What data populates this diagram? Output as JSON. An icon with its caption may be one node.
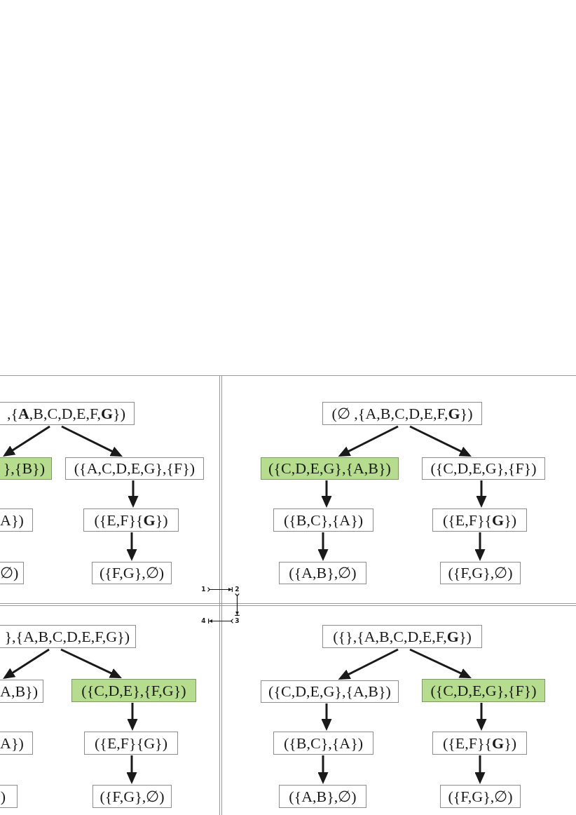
{
  "diagram": {
    "nodes": [
      {
        "text": [
          ",{**A**,B,C,D,E,F,**G**})"
        ]
      },
      {
        "text": [
          "},{B})"
        ]
      },
      {
        "text": [
          "({A,C,D,E,G},{F})"
        ]
      },
      {
        "text": [
          "A})"
        ]
      },
      {
        "text": [
          "({E,F}{**G**})"
        ]
      },
      {
        "text": [
          "∅)"
        ]
      },
      {
        "text": [
          "({F,G},∅)"
        ]
      },
      {
        "text": [
          "(∅ ,{A,B,C,D,E,F,**G**})"
        ]
      },
      {
        "text": [
          "({C,D,E,G},{A,B})"
        ]
      },
      {
        "text": [
          "({C,D,E,G},{F})"
        ]
      },
      {
        "text": [
          "({B,C},{A})"
        ]
      },
      {
        "text": [
          "({E,F}{**G**})"
        ]
      },
      {
        "text": [
          "({A,B},∅)"
        ]
      },
      {
        "text": [
          "({F,G},∅)"
        ]
      },
      {
        "text": [
          "},{A,B,C,D,E,F,G})"
        ]
      },
      {
        "text": [
          "A,B})"
        ]
      },
      {
        "text": [
          "({C,D,E},{F,G})"
        ]
      },
      {
        "text": [
          "A})"
        ]
      },
      {
        "text": [
          "({E,F}{G})"
        ]
      },
      {
        "text": [
          ")"
        ]
      },
      {
        "text": [
          "({F,G},∅)"
        ]
      },
      {
        "text": [
          "({},{A,B,C,D,E,F,**G**})"
        ]
      },
      {
        "text": [
          "({C,D,E,G},{A,B})"
        ]
      },
      {
        "text": [
          "({C,D,E,G},{F})"
        ]
      },
      {
        "text": [
          "({B,C},{A})"
        ]
      },
      {
        "text": [
          "({E,F}{**G**})"
        ]
      },
      {
        "text": [
          "({A,B},∅)"
        ]
      },
      {
        "text": [
          "({F,G},∅)"
        ]
      },
      {
        "text": [
          "1"
        ]
      },
      {
        "text": [
          "2"
        ]
      },
      {
        "text": [
          "3"
        ]
      },
      {
        "text": [
          "4"
        ]
      }
    ],
    "edges": [
      {
        "from": 0,
        "to": 1,
        "arrow": "to"
      },
      {
        "from": 0,
        "to": 2,
        "arrow": "to"
      },
      {
        "from": 2,
        "to": 4,
        "arrow": "to"
      },
      {
        "from": 4,
        "to": 6,
        "arrow": "to"
      },
      {
        "from": 7,
        "to": 8,
        "arrow": "to"
      },
      {
        "from": 7,
        "to": 9,
        "arrow": "to"
      },
      {
        "from": 8,
        "to": 10,
        "arrow": "to"
      },
      {
        "from": 9,
        "to": 11,
        "arrow": "to"
      },
      {
        "from": 10,
        "to": 12,
        "arrow": "to"
      },
      {
        "from": 11,
        "to": 13,
        "arrow": "to"
      },
      {
        "from": 14,
        "to": 15,
        "arrow": "to"
      },
      {
        "from": 14,
        "to": 16,
        "arrow": "to"
      },
      {
        "from": 16,
        "to": 18,
        "arrow": "to"
      },
      {
        "from": 18,
        "to": 20,
        "arrow": "to"
      },
      {
        "from": 21,
        "to": 22,
        "arrow": "to"
      },
      {
        "from": 21,
        "to": 23,
        "arrow": "to"
      },
      {
        "from": 22,
        "to": 24,
        "arrow": "to"
      },
      {
        "from": 23,
        "to": 25,
        "arrow": "to"
      },
      {
        "from": 24,
        "to": 26,
        "arrow": "to"
      },
      {
        "from": 25,
        "to": 27,
        "arrow": "to"
      },
      {
        "from": 28,
        "to": 29,
        "arrow": "to"
      },
      {
        "from": 29,
        "to": 30,
        "arrow": "to"
      },
      {
        "from": 30,
        "to": 31,
        "arrow": "to"
      }
    ]
  }
}
